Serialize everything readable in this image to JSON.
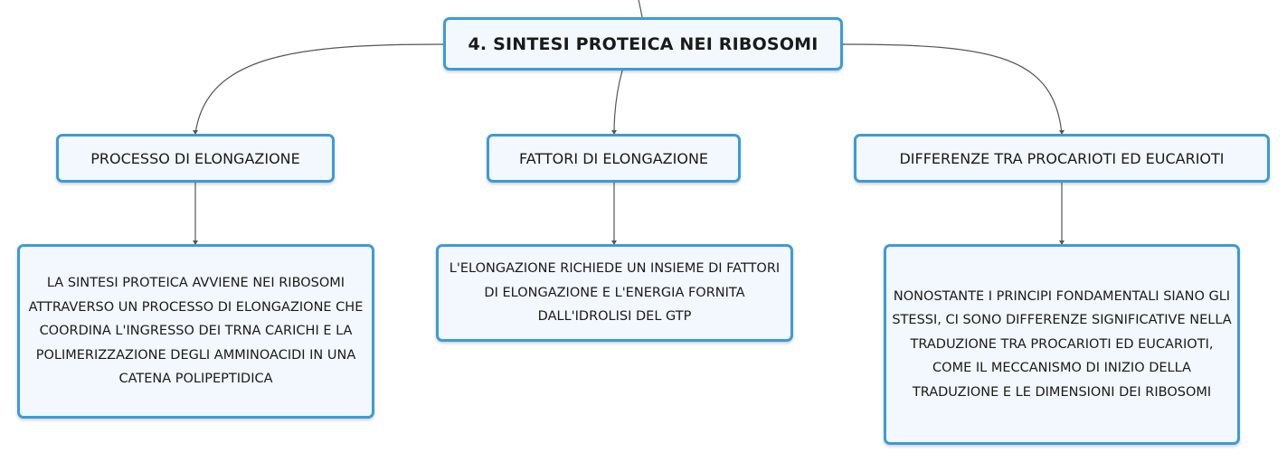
{
  "root": {
    "label": "4. SINTESI PROTEICA NEI RIBOSOMI"
  },
  "branches": [
    {
      "label": "PROCESSO DI ELONGAZIONE",
      "detail": "LA SINTESI PROTEICA AVVIENE NEI RIBOSOMI ATTRAVERSO UN PROCESSO DI ELONGAZIONE CHE COORDINA L'INGRESSO DEI TRNA CARICHI E LA POLIMERIZZAZIONE DEGLI AMMINOACIDI IN UNA CATENA POLIPEPTIDICA"
    },
    {
      "label": "FATTORI DI ELONGAZIONE",
      "detail": "L'ELONGAZIONE RICHIEDE UN INSIEME DI FATTORI DI ELONGAZIONE E L'ENERGIA FORNITA DALL'IDROLISI DEL GTP"
    },
    {
      "label": "DIFFERENZE TRA PROCARIOTI ED EUCARIOTI",
      "detail": "NONOSTANTE I PRINCIPI FONDAMENTALI SIANO GLI STESSI, CI SONO DIFFERENZE SIGNIFICATIVE NELLA TRADUZIONE TRA PROCARIOTI ED EUCARIOTI, COME IL MECCANISMO DI INIZIO DELLA TRADUZIONE E LE DIMENSIONI DEI RIBOSOMI"
    }
  ],
  "colors": {
    "node_border": "#3d9bd9",
    "node_fill": "#f2f8fd",
    "connector": "#555555"
  }
}
